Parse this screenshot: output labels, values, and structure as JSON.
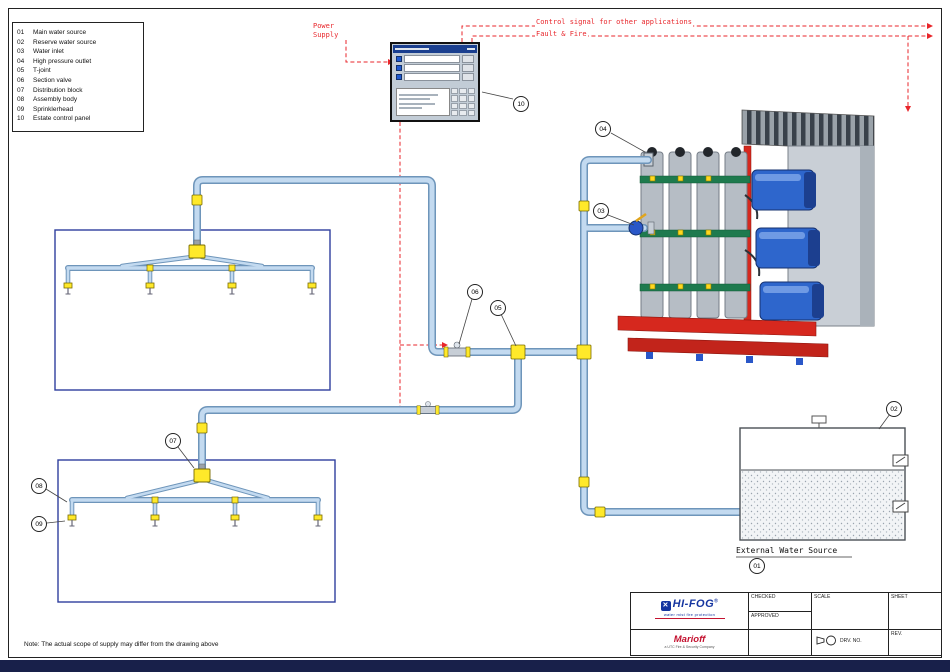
{
  "legend": {
    "items": [
      {
        "num": "01",
        "label": "Main water source"
      },
      {
        "num": "02",
        "label": "Reserve water source"
      },
      {
        "num": "03",
        "label": "Water inlet"
      },
      {
        "num": "04",
        "label": "High pressure outlet"
      },
      {
        "num": "05",
        "label": "T-joint"
      },
      {
        "num": "06",
        "label": "Section valve"
      },
      {
        "num": "07",
        "label": "Distribution block"
      },
      {
        "num": "08",
        "label": "Assembly body"
      },
      {
        "num": "09",
        "label": "Sprinklerhead"
      },
      {
        "num": "10",
        "label": "Estate control panel"
      }
    ]
  },
  "labels": {
    "power_supply_1": "Power",
    "power_supply_2": "Supply",
    "control_signal": "Control signal for other applications",
    "fault_fire": "Fault & Fire",
    "external_water_source": "External Water Source"
  },
  "callouts": [
    "01",
    "02",
    "03",
    "04",
    "05",
    "06",
    "07",
    "08",
    "09",
    "10"
  ],
  "title_block": {
    "scale_label": "SCALE",
    "sheet_label": "SHEET",
    "checked_label": "CHECKED",
    "approved_label": "APPROVED",
    "drw_no_label": "DRV. NO.",
    "rev_label": "REV.",
    "hifog_mark": "✕",
    "hifog_name": "HI-FOG",
    "hifog_reg": "®",
    "hifog_tagline": "water mist fire protection",
    "marioff_name": "Marioff",
    "marioff_sub": "a UTC Fire & Security Company"
  },
  "note": "Note: The actual scope of supply may differ from the drawing above",
  "colors": {
    "pipe": "#b9d4ec",
    "fitting_yellow": "#ffe92a",
    "signal_red": "#e8262b",
    "network_border": "#2f3f9e",
    "frame_red": "#d6281e",
    "motor_blue": "#2e66cc"
  }
}
